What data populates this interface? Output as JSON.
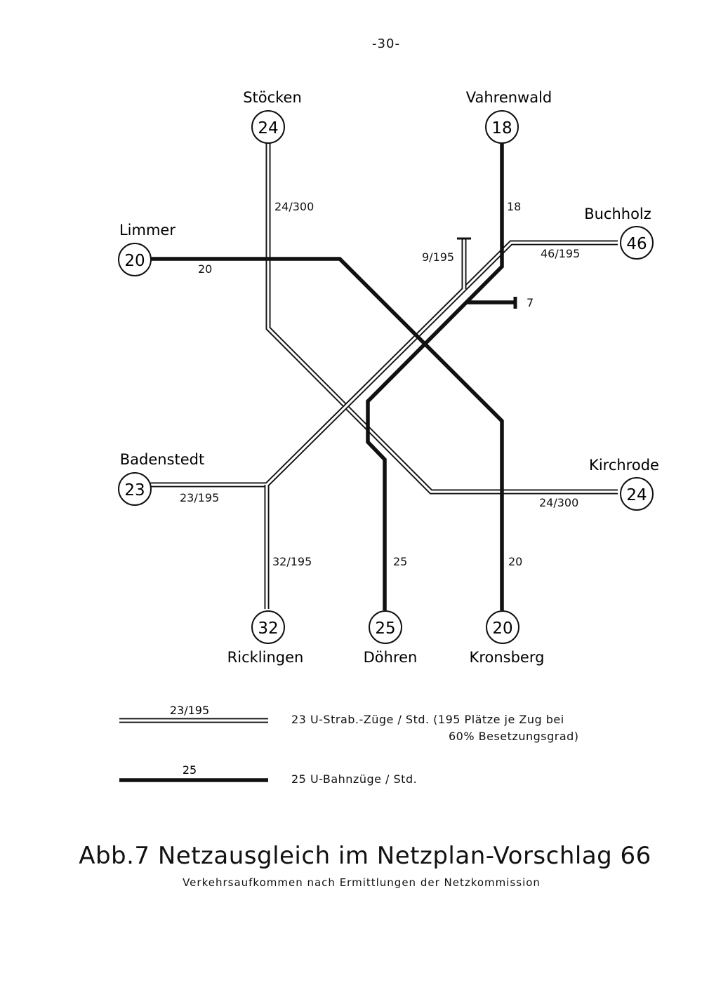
{
  "page_number": "-30-",
  "stations": [
    {
      "id": "stoecken",
      "name": "Stöcken",
      "value": "24"
    },
    {
      "id": "vahrenwald",
      "name": "Vahrenwald",
      "value": "18"
    },
    {
      "id": "limmer",
      "name": "Limmer",
      "value": "20"
    },
    {
      "id": "buchholz",
      "name": "Buchholz",
      "value": "46"
    },
    {
      "id": "badenstedt",
      "name": "Badenstedt",
      "value": "23"
    },
    {
      "id": "kirchrode",
      "name": "Kirchrode",
      "value": "24"
    },
    {
      "id": "ricklingen",
      "name": "Ricklingen",
      "value": "32"
    },
    {
      "id": "doehren",
      "name": "Döhren",
      "value": "25"
    },
    {
      "id": "kronsberg",
      "name": "Kronsberg",
      "value": "20"
    }
  ],
  "line_labels": {
    "stoecken": "24/300",
    "vahrenwald": "18",
    "limmer": "20",
    "buchholz": "46/195",
    "branch_9": "9/195",
    "spur_7": "7",
    "badenstedt": "23/195",
    "kirchrode": "24/300",
    "ricklingen": "32/195",
    "doehren": "25",
    "kronsberg": "20"
  },
  "legend": {
    "tram_sample": "23/195",
    "tram_line1": "23  U-Strab.-Züge / Std.  (195  Plätze  je  Zug  bei",
    "tram_line2": "60%  Besetzungsgrad)",
    "ubahn_sample": "25",
    "ubahn_desc": "25  U-Bahnzüge / Std."
  },
  "title": "Abb.7  Netzausgleich  im  Netzplan-Vorschlag  66",
  "subtitle": "Verkehrsaufkommen  nach  Ermittlungen  der  Netzkommission"
}
